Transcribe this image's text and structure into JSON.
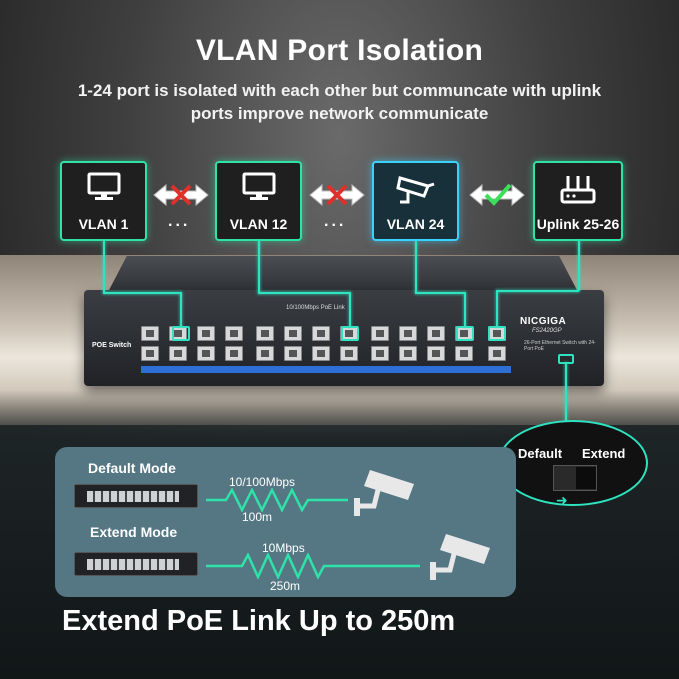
{
  "header": {
    "title": "VLAN Port Isolation",
    "subtitle": "1-24 port is isolated with each other but communcate with uplink ports improve network communicate"
  },
  "vlans": [
    {
      "label": "VLAN 1",
      "icon": "monitor-icon"
    },
    {
      "label": "VLAN 12",
      "icon": "monitor-icon"
    },
    {
      "label": "VLAN 24",
      "icon": "camera-icon"
    },
    {
      "label": "Uplink 25-26",
      "icon": "router-icon"
    }
  ],
  "connectors": {
    "dots": "...",
    "blocked_color": "#e0302a",
    "allowed_color": "#3adf5a"
  },
  "switch": {
    "side_label": "POE Switch",
    "port_band_label": "10/100Mbps PoE Link",
    "brand": "NICGIGA",
    "model": "FS2420GP",
    "description": "26-Port Ethernet Switch with 24-Port PoE"
  },
  "mode_switch": {
    "default_label": "Default",
    "extend_label": "Extend"
  },
  "modes": [
    {
      "label": "Default Mode",
      "speed": "10/100Mbps",
      "distance": "100m"
    },
    {
      "label": "Extend Mode",
      "speed": "10Mbps",
      "distance": "250m"
    }
  ],
  "footer": {
    "tagline": "Extend PoE Link Up to 250m"
  },
  "colors": {
    "accent": "#2fe2a8",
    "active_box": "#3ad0ff",
    "panel": "#557784"
  }
}
